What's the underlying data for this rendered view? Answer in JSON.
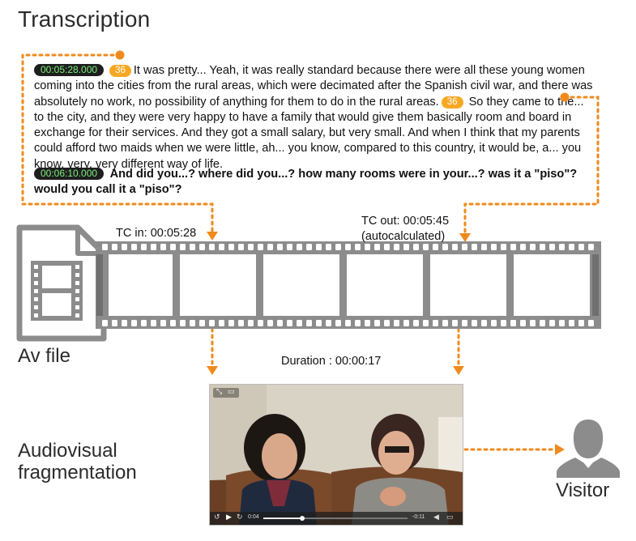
{
  "titles": {
    "transcription": "Transcription",
    "av_file": "Av file",
    "fragmentation_line1": "Audiovisual",
    "fragmentation_line2": "fragmentation",
    "visitor": "Visitor"
  },
  "transcript": {
    "p1_timestamp": "00:05:28.000",
    "p1_badge": "36",
    "p1_text_a": "It was pretty... Yeah, it was really standard because there were all these young women coming into the cities from the rural areas, which were decimated after the Spanish civil war, and there was absolutely no work, no possibility of anything for them to do in the rural areas.",
    "p1_badge2": "36",
    "p1_text_b": "So they came to the... to the city, and they were very happy to have a family that would give them basically room and board in exchange for their services. And they got a small salary, but very small. And when I think that my parents could afford two maids when we were little, ah... you know, compared to this country, it would be, a... you know, very, very different way of life.",
    "p2_timestamp": "00:06:10.000",
    "p2_text": "And did you...? where did you...? how many rooms were in your...? was it a \"piso\"? would you call it a \"piso\"?"
  },
  "timecodes": {
    "tc_in": "TC in: 00:05:28",
    "tc_out": "TC out: 00:05:45",
    "tc_out_note": "(autocalculated)",
    "duration": "Duration : 00:00:17"
  },
  "player": {
    "elapsed": "0:04",
    "remaining": "-0:11",
    "progress": 0.27
  },
  "colors": {
    "accent": "#f08a1c",
    "film": "#8c8c8c",
    "film_dark": "#6f6f6f",
    "timestamp_text": "#7cf07c",
    "badge": "#f7a823"
  },
  "icons": {
    "file": "document-video-icon",
    "visitor": "person-silhouette-icon"
  }
}
